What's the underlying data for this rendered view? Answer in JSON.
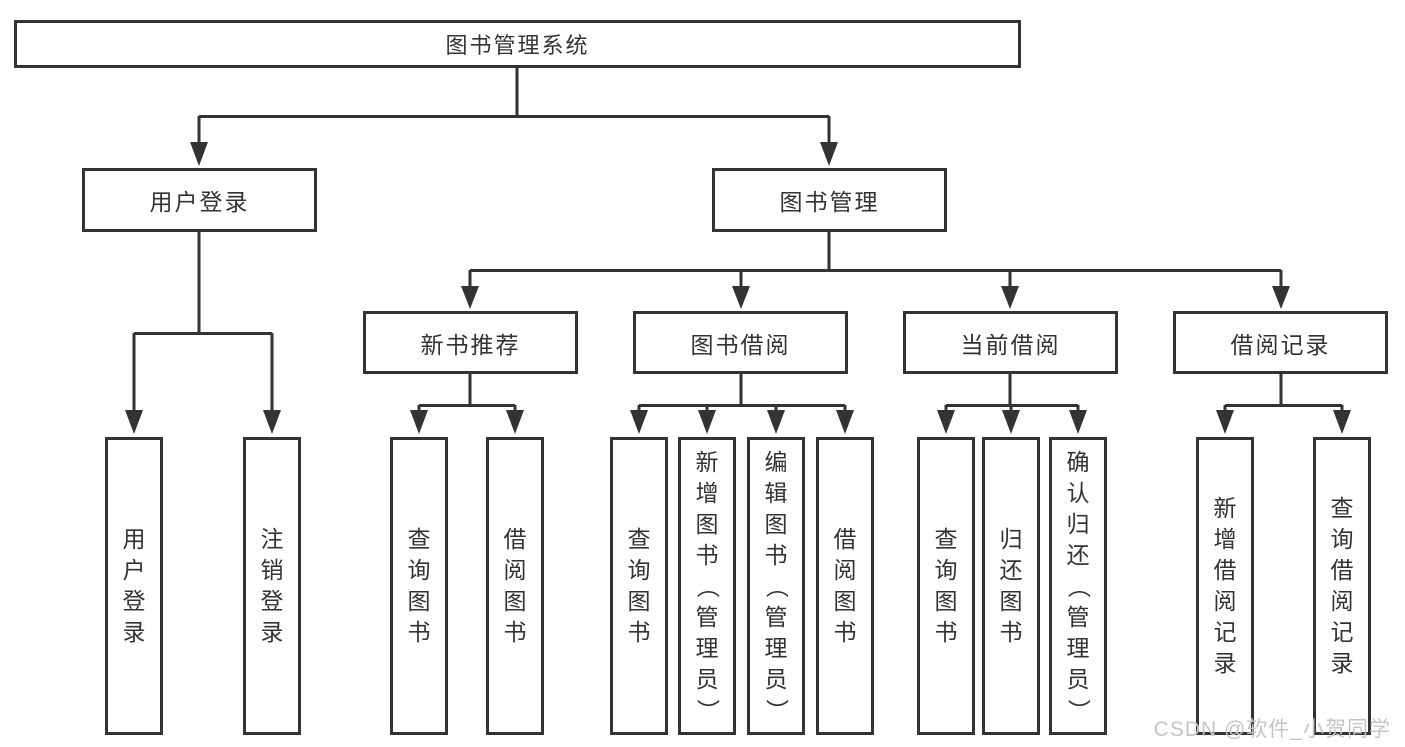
{
  "diagram_title": "图书管理系统",
  "nodes": {
    "root": {
      "label": "图书管理系统"
    },
    "user_login": {
      "label": "用户登录"
    },
    "book_management": {
      "label": "图书管理"
    },
    "new_book_recommend": {
      "label": "新书推荐"
    },
    "book_borrowing": {
      "label": "图书借阅"
    },
    "current_borrowing": {
      "label": "当前借阅"
    },
    "borrowing_records": {
      "label": "借阅记录"
    },
    "leaf_user_login": {
      "label": "用户登录"
    },
    "leaf_logout": {
      "label": "注销登录"
    },
    "nbr_query_books": {
      "label": "查询图书"
    },
    "nbr_borrow_books": {
      "label": "借阅图书"
    },
    "bb_query_books": {
      "label": "查询图书"
    },
    "bb_add_books": {
      "label": "新增图书（管理员）"
    },
    "bb_edit_books": {
      "label": "编辑图书（管理员）"
    },
    "bb_borrow_books": {
      "label": "借阅图书"
    },
    "cb_query_books": {
      "label": "查询图书"
    },
    "cb_return_books": {
      "label": "归还图书"
    },
    "cb_confirm_return": {
      "label": "确认归还（管理员）"
    },
    "br_add_record": {
      "label": "新增借阅记录"
    },
    "br_query_record": {
      "label": "查询借阅记录"
    }
  },
  "watermark": "CSDN @软件_小贺同学",
  "colors": {
    "line": "#333333",
    "box_border": "#333333",
    "text": "#333333",
    "background": "#ffffff",
    "watermark_text": "#c5c5c5"
  }
}
